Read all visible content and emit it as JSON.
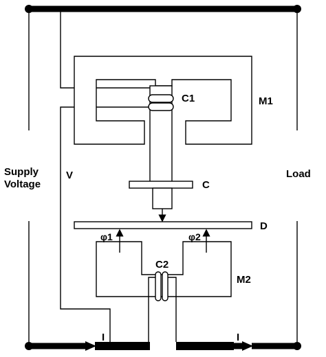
{
  "labels": {
    "supply_line1": "Supply",
    "supply_line2": "Voltage",
    "load": "Load",
    "v": "V",
    "c1": "C1",
    "m1": "M1",
    "c": "C",
    "d": "D",
    "phi1": "φ1",
    "phi2": "φ2",
    "c2": "C2",
    "m2": "M2",
    "i_left": "I",
    "i_right": "I"
  }
}
